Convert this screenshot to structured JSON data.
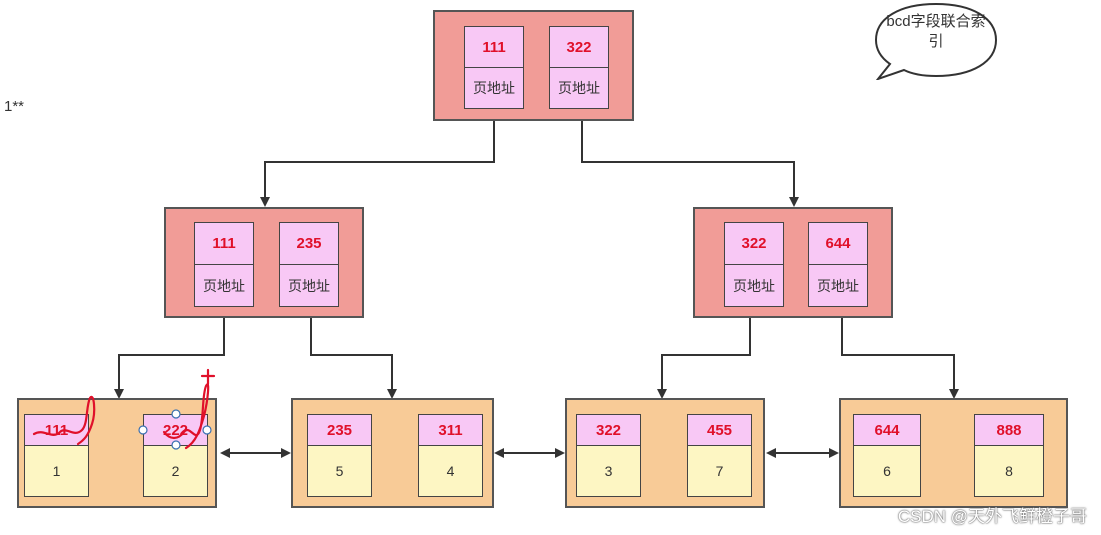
{
  "stray_text": "1**",
  "bubble_text": "bcd字段联合索引",
  "page_address_label": "页地址",
  "root": {
    "keys": [
      "111",
      "322"
    ]
  },
  "internal": [
    {
      "keys": [
        "111",
        "235"
      ]
    },
    {
      "keys": [
        "322",
        "644"
      ]
    }
  ],
  "leaves": [
    {
      "entries": [
        {
          "key": "111",
          "row": "1"
        },
        {
          "key": "222",
          "row": "2"
        }
      ]
    },
    {
      "entries": [
        {
          "key": "235",
          "row": "5"
        },
        {
          "key": "311",
          "row": "4"
        }
      ]
    },
    {
      "entries": [
        {
          "key": "322",
          "row": "3"
        },
        {
          "key": "455",
          "row": "7"
        }
      ]
    },
    {
      "entries": [
        {
          "key": "644",
          "row": "6"
        },
        {
          "key": "888",
          "row": "8"
        }
      ]
    }
  ],
  "watermark": "CSDN @天外飞鲜橙子哥",
  "colors": {
    "node_fill": "#f19c97",
    "leaf_fill": "#f8cb97",
    "key_fill": "#f8c8f5",
    "row_fill": "#fdf6c3",
    "key_text": "#e0102a",
    "annotation": "#e0102a"
  }
}
